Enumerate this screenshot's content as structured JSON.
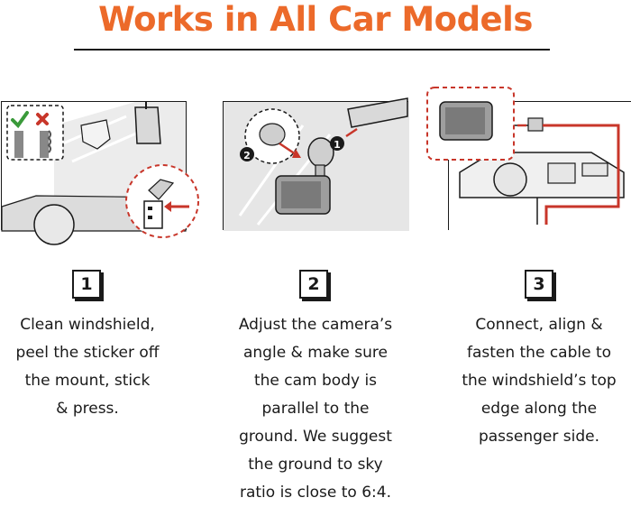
{
  "title": "Works in All Car Models",
  "steps": [
    {
      "number": "1",
      "lines": [
        "Clean windshield,",
        "peel the sticker off",
        "the mount, stick",
        "& press."
      ]
    },
    {
      "number": "2",
      "lines": [
        "Adjust the camera’s",
        "angle & make sure",
        "the cam body is",
        "parallel to the",
        "ground. We suggest",
        "the ground to sky",
        "ratio is close to 6:4."
      ]
    },
    {
      "number": "3",
      "lines": [
        "Connect, align &",
        "fasten the cable to",
        "the windshield’s top",
        "edge along the",
        "passenger side."
      ]
    }
  ],
  "illustration_labels": {
    "callout_1": "1",
    "callout_2": "2"
  },
  "colors": {
    "accent": "#ec6a2a",
    "arrow_red": "#c8362a",
    "check_green": "#3a9a3a",
    "ink": "#1a1a1a",
    "panel_gray": "#e6e6e6"
  }
}
